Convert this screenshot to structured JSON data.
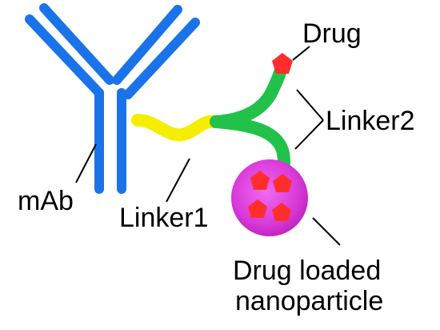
{
  "labels": {
    "drug": "Drug",
    "linker2": "Linker2",
    "mab": "mAb",
    "linker1": "Linker1",
    "particle_line1": "Drug loaded",
    "particle_line2": "nanoparticle"
  },
  "colors": {
    "mab": "#1a73e8",
    "linker1": "#f5ee00",
    "linker2": "#22c24a",
    "drug": "#ff2e2e",
    "nanoparticle": "#d93ad9",
    "pointer": "#000000"
  }
}
